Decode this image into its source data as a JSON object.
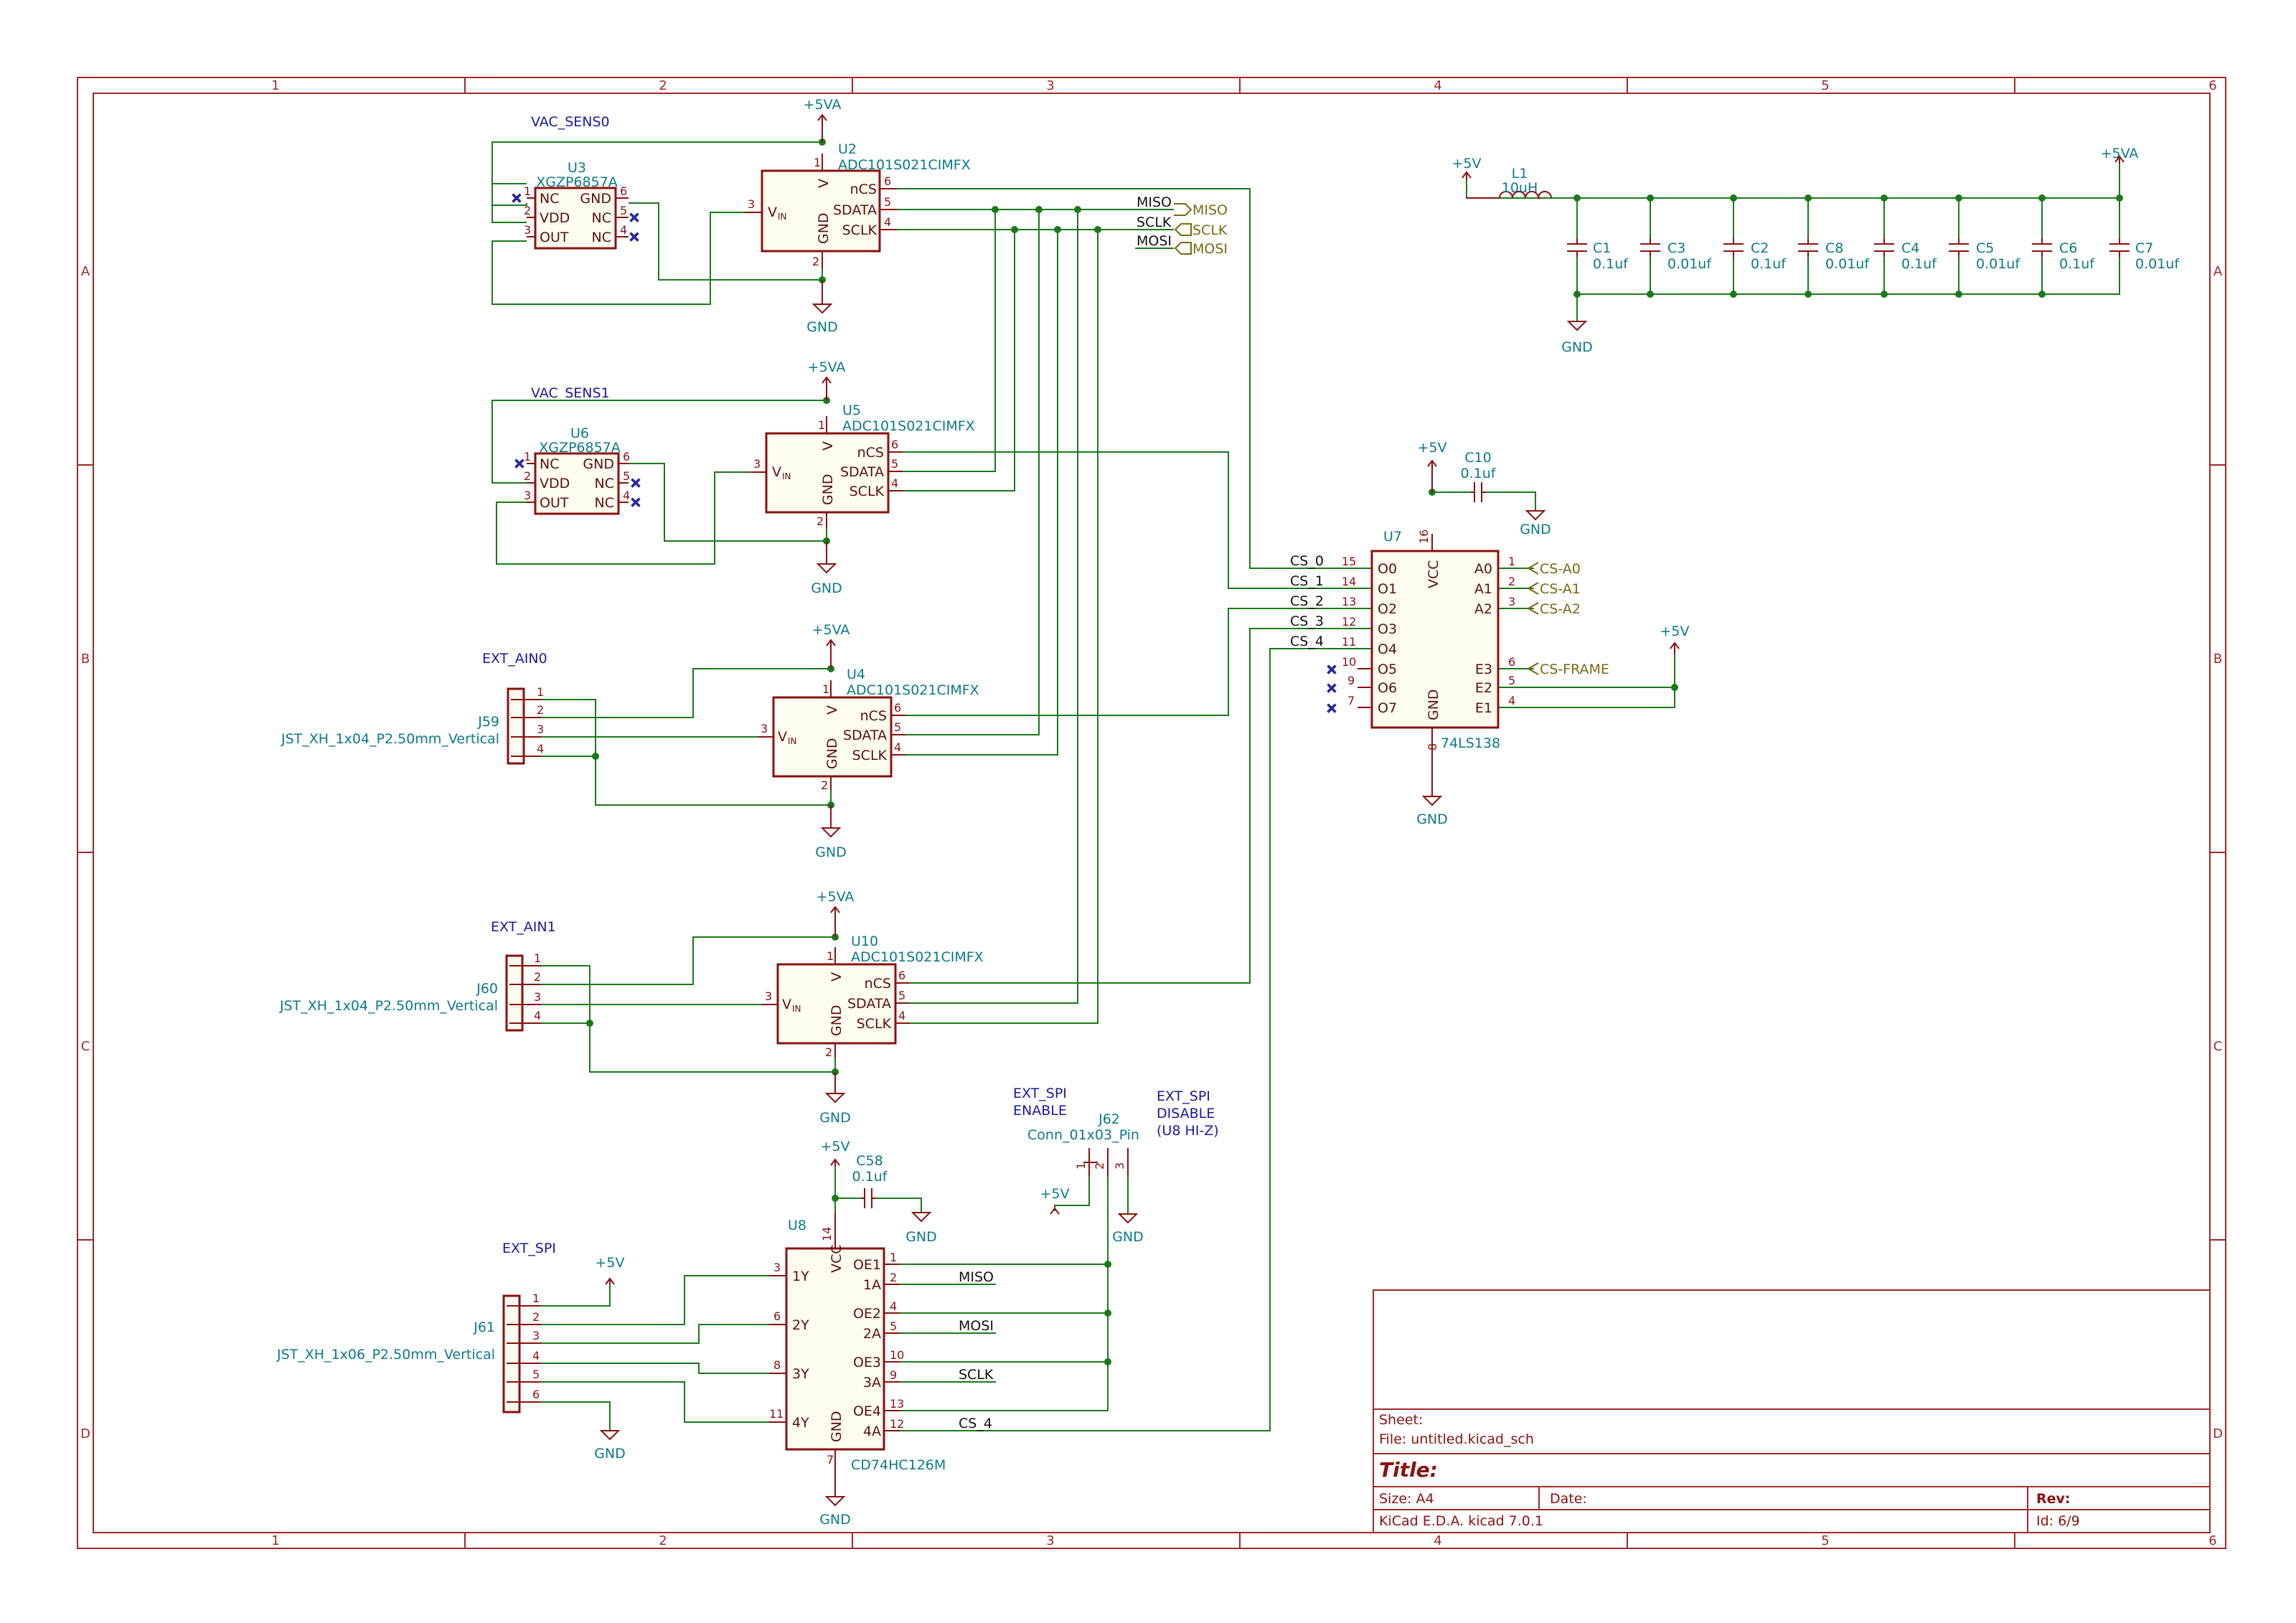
{
  "border": {
    "cols": [
      "1",
      "2",
      "3",
      "4",
      "5",
      "6"
    ],
    "rows": [
      "A",
      "B",
      "C",
      "D"
    ]
  },
  "notes": {
    "vac0": "VAC_SENS0",
    "vac1": "VAC_SENS1",
    "ain0": "EXT_AIN0",
    "ain1": "EXT_AIN1",
    "spi": "EXT_SPI",
    "en1": "EXT_SPI",
    "en2": "ENABLE",
    "dis1": "EXT_SPI",
    "dis2": "DISABLE",
    "dis3": "(U8 HI-Z)"
  },
  "power": {
    "p5va": "+5VA",
    "p5v": "+5V",
    "gnd": "GND"
  },
  "labels": {
    "miso": "MISO",
    "sclk": "SCLK",
    "mosi": "MOSI",
    "cs0": "CS_0",
    "cs1": "CS_1",
    "cs2": "CS_2",
    "cs3": "CS_3",
    "cs4": "CS_4",
    "gmiso": "MISO",
    "gsclk": "SCLK",
    "gmosi": "MOSI",
    "csa0": "CS-A0",
    "csa1": "CS-A1",
    "csa2": "CS-A2",
    "csframe": "CS-FRAME"
  },
  "adc": {
    "value": "ADC101S021CIMFX",
    "u2": "U2",
    "u5": "U5",
    "u4": "U4",
    "u10": "U10",
    "pins": {
      "ncs": "nCS",
      "sdata": "SDATA",
      "sclk": "SCLK",
      "gnd": "GND",
      "va": "V",
      "va_sub": "A",
      "vin": "V",
      "vin_sub": "IN"
    },
    "nums": {
      "ncs": "6",
      "sdata": "5",
      "sclk": "4",
      "gnd": "2",
      "va": "1",
      "vin": "3"
    }
  },
  "sensor": {
    "value": "XGZP6857A",
    "u3": "U3",
    "u6": "U6",
    "pins": {
      "nc": "NC",
      "vdd": "VDD",
      "out": "OUT",
      "gnd": "GND"
    },
    "nums": [
      "1",
      "2",
      "3",
      "4",
      "5",
      "6"
    ]
  },
  "conn": {
    "j59": "J59",
    "j60": "J60",
    "j61": "J61",
    "j62": "J62",
    "jst4": "JST_XH_1x04_P2.50mm_Vertical",
    "jst6": "JST_XH_1x06_P2.50mm_Vertical",
    "pin3": "Conn_01x03_Pin",
    "nums": [
      "1",
      "2",
      "3",
      "4",
      "5",
      "6"
    ]
  },
  "decoder": {
    "ref": "U7",
    "value": "74LS138",
    "left": [
      "O0",
      "O1",
      "O2",
      "O3",
      "O4",
      "O5",
      "O6",
      "O7"
    ],
    "leftnums": [
      "15",
      "14",
      "13",
      "12",
      "11",
      "10",
      "9",
      "7"
    ],
    "right": [
      "A0",
      "A1",
      "A2",
      "E3",
      "E2",
      "E1"
    ],
    "rightnums": [
      "1",
      "2",
      "3",
      "6",
      "5",
      "4"
    ],
    "vcc": "VCC",
    "gnd": "GND",
    "vccnum": "16",
    "gndnum": "8"
  },
  "buffer": {
    "ref": "U8",
    "value": "CD74HC126M",
    "left": [
      "1Y",
      "2Y",
      "3Y",
      "4Y"
    ],
    "leftnums": [
      "3",
      "6",
      "8",
      "11"
    ],
    "right": [
      "OE1",
      "1A",
      "OE2",
      "2A",
      "OE3",
      "3A",
      "OE4",
      "4A"
    ],
    "rightnums": [
      "1",
      "2",
      "4",
      "5",
      "10",
      "9",
      "13",
      "12"
    ],
    "vcc": "VCC",
    "gnd": "GND",
    "vccnum": "14",
    "gndnum": "7"
  },
  "caps": {
    "c1": {
      "ref": "C1",
      "val": "0.1uf"
    },
    "c3": {
      "ref": "C3",
      "val": "0.01uf"
    },
    "c2": {
      "ref": "C2",
      "val": "0.1uf"
    },
    "c8": {
      "ref": "C8",
      "val": "0.01uf"
    },
    "c4": {
      "ref": "C4",
      "val": "0.1uf"
    },
    "c5": {
      "ref": "C5",
      "val": "0.01uf"
    },
    "c6": {
      "ref": "C6",
      "val": "0.1uf"
    },
    "c7": {
      "ref": "C7",
      "val": "0.01uf"
    },
    "c10": {
      "ref": "C10",
      "val": "0.1uf"
    },
    "c58": {
      "ref": "C58",
      "val": "0.1uf"
    }
  },
  "inductor": {
    "ref": "L1",
    "val": "10uH"
  },
  "title_block": {
    "sheet": "Sheet:",
    "file": "File: untitled.kicad_sch",
    "title": "Title:",
    "size": "Size: A4",
    "date": "Date:",
    "rev": "Rev:",
    "tool": "KiCad E.D.A.  kicad 7.0.1",
    "id": "Id: 6/9"
  }
}
